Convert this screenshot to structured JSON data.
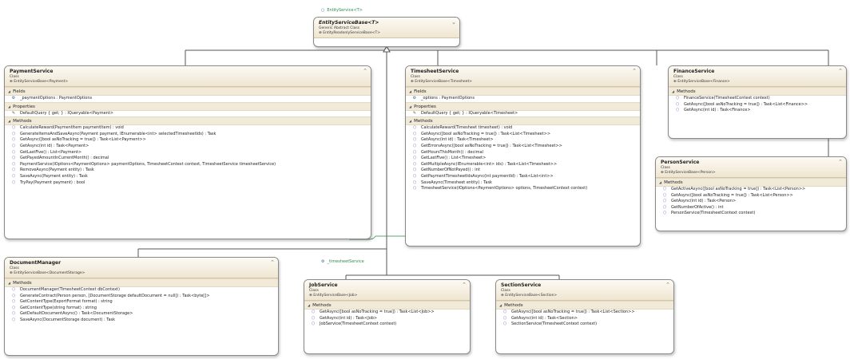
{
  "base": {
    "title": "EntityServiceBase<T>",
    "kind": "Generic Abstract Class",
    "inherits": "EntityReadonlyServiceBase<T>"
  },
  "base_label": "EntityService<T>",
  "classes": [
    {
      "id": "payment",
      "title": "PaymentService",
      "kind": "Class",
      "inherits": "EntityServiceBase<Payment>",
      "sections": [
        {
          "label": "Fields",
          "kind": "field",
          "members": [
            "_paymentOptions : PaymentOptions"
          ]
        },
        {
          "label": "Properties",
          "kind": "property",
          "members": [
            "DefaultQuery { get; } : IQueryable<Payment>"
          ]
        },
        {
          "label": "Methods",
          "kind": "method",
          "members": [
            "CalculateReward(PaymentItem paymentItem) : void",
            "GenerateItemsAndSaveAsync(Payment payment, IEnumerable<int> selectedTimesheetIds) : Task",
            "GetAsync([bool asNoTracking = true]) : Task<List<Payment>>",
            "GetAsync(int id) : Task<Payment>",
            "GetLastFive() : List<Payment>",
            "GetPayedAmountInCurrentMonth() : decimal",
            "PaymentService(IOptions<PaymentOptions> paymentOptions, TimesheetContext context, TimesheetService timesheetService)",
            "RemoveAsync(Payment entity) : Task",
            "SaveAsync(Payment entity) : Task",
            "TryPay(Payment payment) : bool"
          ]
        }
      ]
    },
    {
      "id": "timesheet",
      "title": "TimesheetService",
      "kind": "Class",
      "inherits": "EntityServiceBase<Timesheet>",
      "sections": [
        {
          "label": "Fields",
          "kind": "field",
          "members": [
            "_options : PaymentOptions"
          ]
        },
        {
          "label": "Properties",
          "kind": "property",
          "members": [
            "DefaultQuery { get; } : IQueryable<Timesheet>"
          ]
        },
        {
          "label": "Methods",
          "kind": "method",
          "members": [
            "CalculateReward(Timesheet timesheet) : void",
            "GetAsync([bool asNoTracking = true]) : Task<List<Timesheet>>",
            "GetAsync(int id) : Task<Timesheet>",
            "GetErrorsAsync([bool asNoTracking = true]) : Task<List<Timesheet>>",
            "GetHoursThisMonth() : decimal",
            "GetLastFive() : List<Timesheet>",
            "GetMultipleAsync(IEnumerable<int> ids) : Task<List<Timesheet>>",
            "GetNumberOfNotPayed() : int",
            "GetPaymentTimesheetIdsAsync(int paymentId) : Task<List<int>>",
            "SaveAsync(Timesheet entity) : Task",
            "TimesheetService(IOptions<PaymentOptions> options, TimesheetContext context)"
          ]
        }
      ]
    },
    {
      "id": "finance",
      "title": "FinanceService",
      "kind": "Class",
      "inherits": "EntityServiceBase<Finance>",
      "sections": [
        {
          "label": "Methods",
          "kind": "method",
          "members": [
            "FinanceService(TimesheetContext context)",
            "GetAsync([bool asNoTracking = true]) : Task<List<Finance>>",
            "GetAsync(int id) : Task<Finance>"
          ]
        }
      ]
    },
    {
      "id": "person",
      "title": "PersonService",
      "kind": "Class",
      "inherits": "EntityServiceBase<Person>",
      "sections": [
        {
          "label": "Methods",
          "kind": "method",
          "members": [
            "GetActiveAsync([bool asNoTracking = true]) : Task<List<Person>>",
            "GetAsync([bool asNoTracking = true]) : Task<List<Person>>",
            "GetAsync(int id) : Task<Person>",
            "GetNumberOfActive() : int",
            "PersonService(TimesheetContext context)"
          ]
        }
      ]
    },
    {
      "id": "document",
      "title": "DocumentManager",
      "kind": "Class",
      "inherits": "EntityServiceBase<DocumentStorage>",
      "sections": [
        {
          "label": "Methods",
          "kind": "method",
          "members": [
            "DocumentManager(TimesheetContext dbContext)",
            "GenerateContract(Person person, [DocumentStorage defaultDocument = null]) : Task<byte[]>",
            "GetContentType(ExportFormat format) : string",
            "GetContentType(string format) : string",
            "GetDefaultDocumentAsync() : Task<DocumentStorage>",
            "SaveAsync(DocumentStorage document) : Task"
          ]
        }
      ]
    },
    {
      "id": "job",
      "title": "JobService",
      "kind": "Class",
      "inherits": "EntityServiceBase<Job>",
      "sections": [
        {
          "label": "Methods",
          "kind": "method",
          "members": [
            "GetAsync([bool asNoTracking = true]) : Task<List<Job>>",
            "GetAsync(int id) : Task<Job>",
            "JobService(TimesheetContext context)"
          ]
        }
      ]
    },
    {
      "id": "section",
      "title": "SectionService",
      "kind": "Class",
      "inherits": "EntityServiceBase<Section>",
      "sections": [
        {
          "label": "Methods",
          "kind": "method",
          "members": [
            "GetAsync([bool asNoTracking = true]) : Task<List<Section>>",
            "GetAsync(int id) : Task<Section>",
            "SectionService(TimesheetContext context)"
          ]
        }
      ]
    }
  ],
  "association_label": "_timesheetService",
  "colors": {
    "header_fill": "#efe6d2",
    "section_fill": "#f1ead9",
    "method_icon": "#8e6bbf",
    "line": "#555555",
    "association": "#2a8a4a"
  }
}
